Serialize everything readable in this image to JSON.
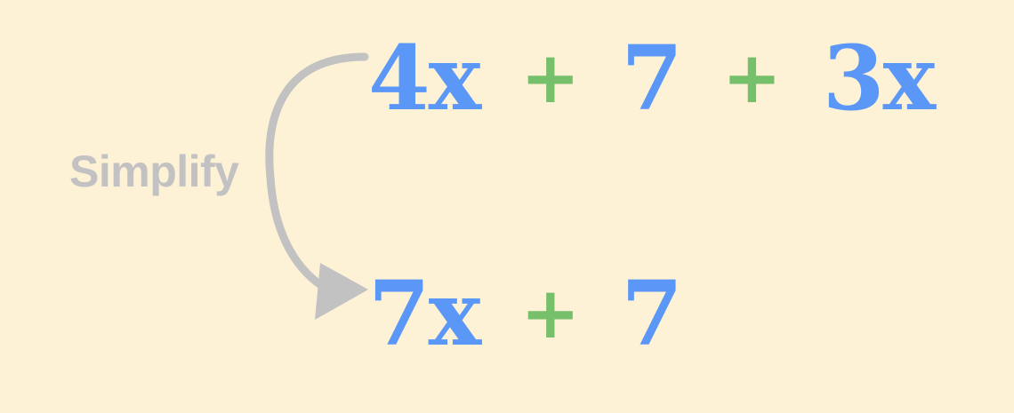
{
  "colors": {
    "background": "#fdf1d6",
    "term": "#5b97f7",
    "operator": "#77c06b",
    "arrow_and_label": "#c2c2c2"
  },
  "arrow": {
    "label": "Simplify",
    "icon": "curved-arrow-icon"
  },
  "original_expression": {
    "terms": [
      "4x",
      "+",
      "7",
      "+",
      "3x"
    ]
  },
  "simplified_expression": {
    "terms": [
      "7x",
      "+",
      "7"
    ]
  }
}
